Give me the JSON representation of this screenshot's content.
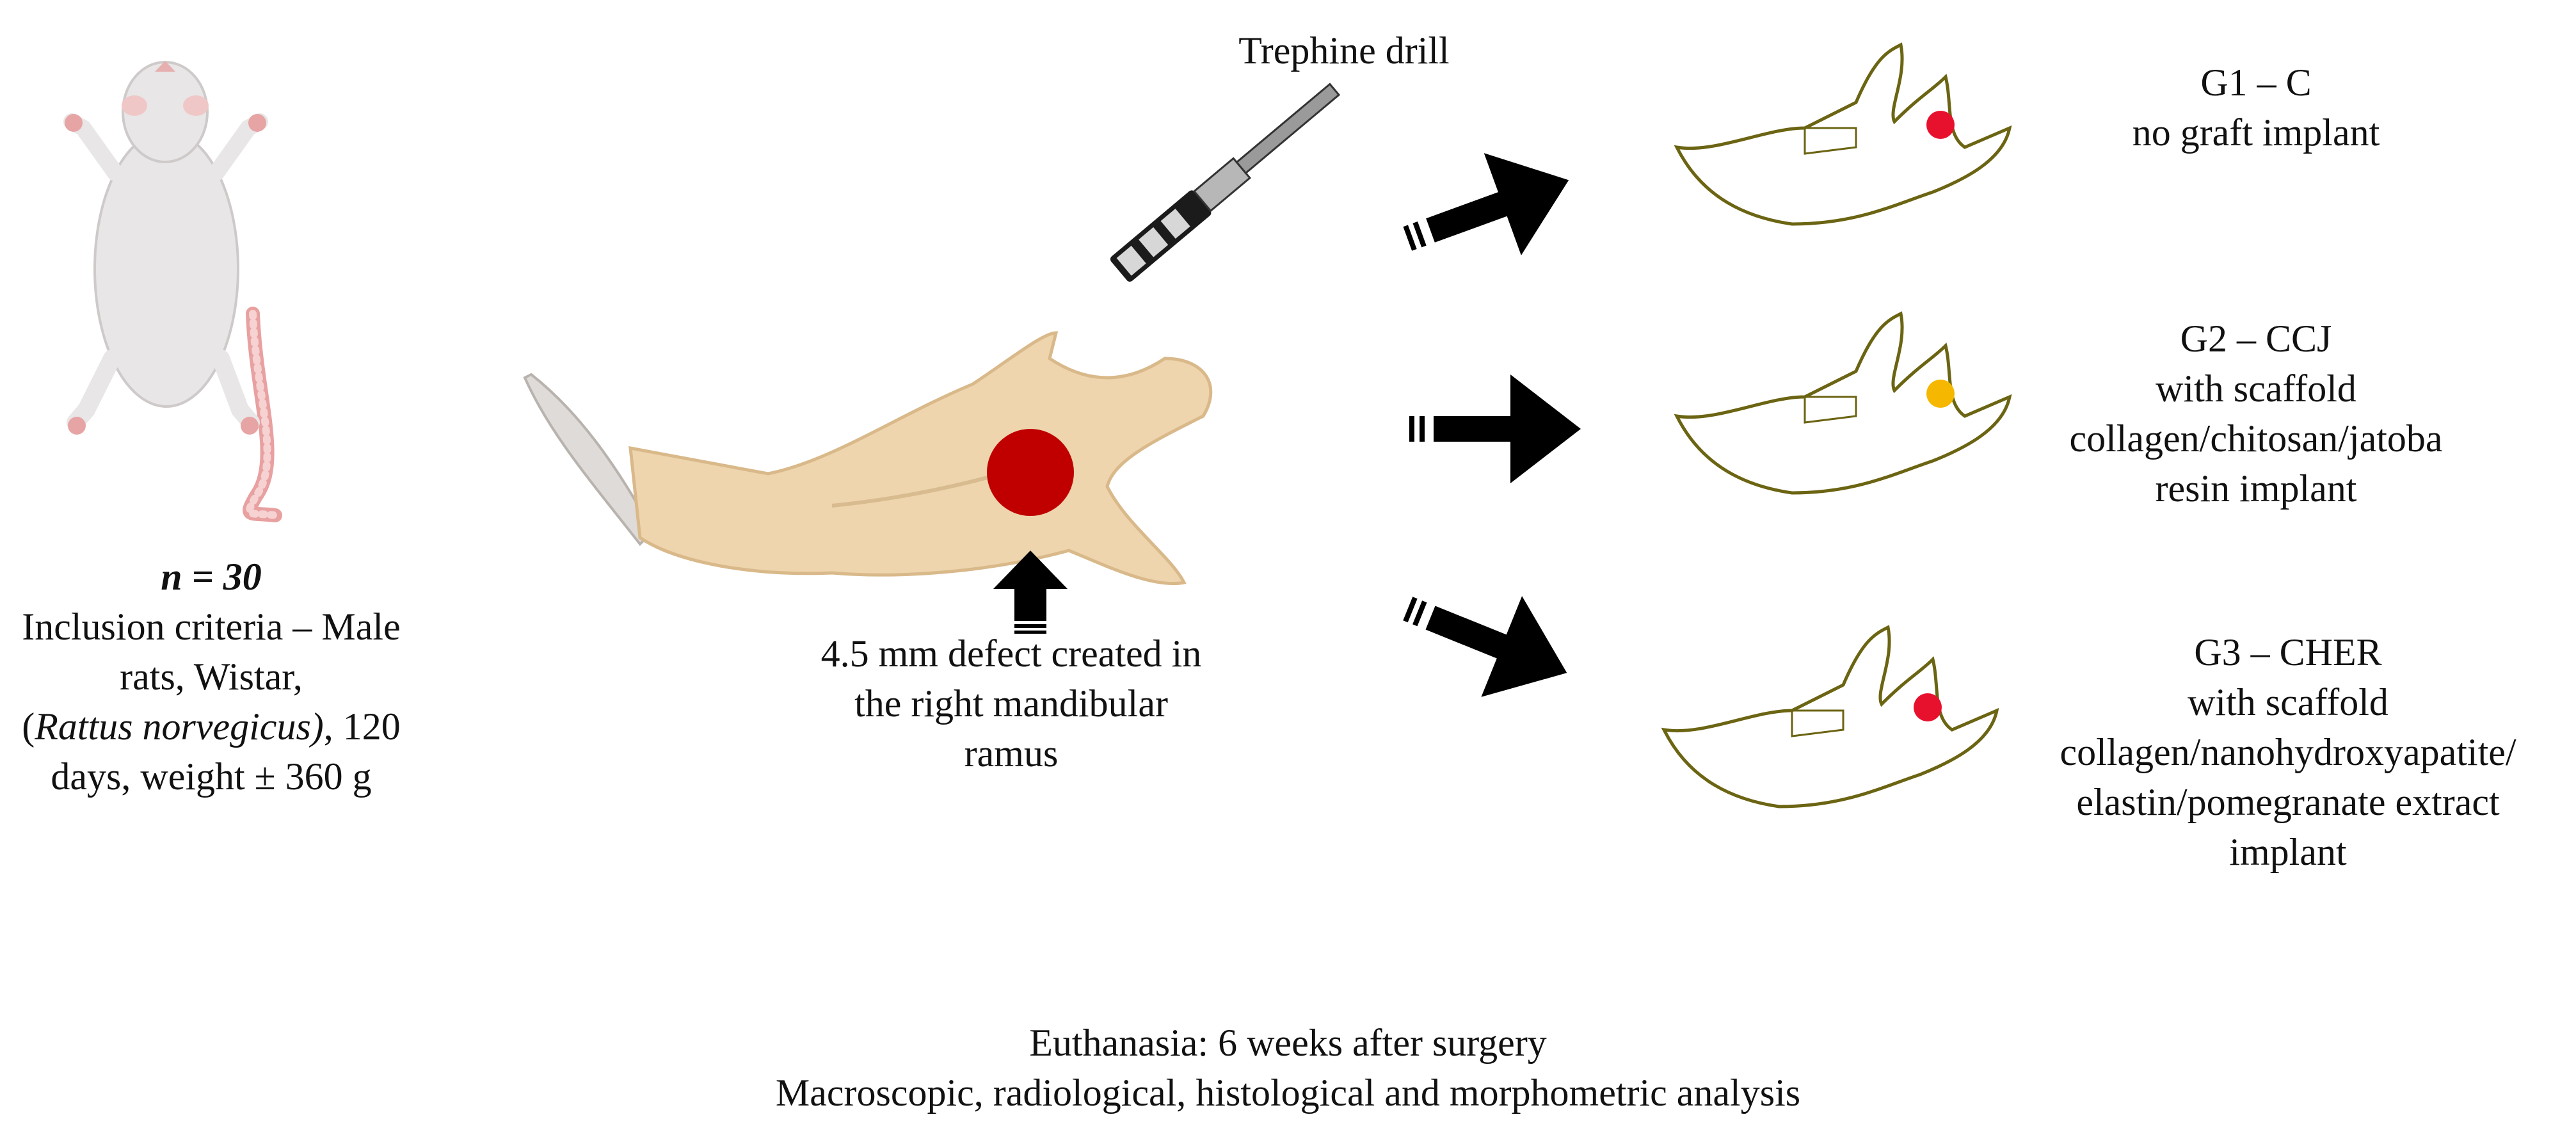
{
  "rat": {
    "n_label": "n = 30",
    "lines": [
      "Inclusion criteria – Male",
      "rats, Wistar,"
    ],
    "species_open": "(",
    "species_italic": "Rattus norvegicus)",
    "species_rest": ", 120",
    "last_line": "days, weight ± 360 g"
  },
  "surgery": {
    "drill_label": "Trephine drill",
    "defect_lines": [
      "4.5 mm defect created in",
      "the right mandibular",
      "ramus"
    ],
    "defect_color": "#c00000"
  },
  "groups": [
    {
      "lines": [
        "G1 – C",
        "no graft implant"
      ],
      "dot_color": "#e8112d"
    },
    {
      "lines": [
        "G2 – CCJ",
        "with scaffold",
        "collagen/chitosan/jatoba",
        "resin implant"
      ],
      "dot_color": "#f5b700"
    },
    {
      "lines": [
        "G3 – CHER",
        "with scaffold",
        "collagen/nanohydroxyapatite/",
        "elastin/pomegranate extract",
        "implant"
      ],
      "dot_color": "#e8112d"
    }
  ],
  "footer": {
    "line1": "Euthanasia: 6 weeks after surgery",
    "line2": "Macroscopic, radiological, histological and morphometric analysis"
  }
}
